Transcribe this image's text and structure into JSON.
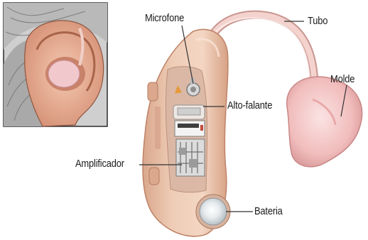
{
  "labels": {
    "microfone": "Microfone",
    "tubo": "Tubo",
    "molde": "Molde",
    "alto_falante": "Alto-falante",
    "amplificador": "Amplificador",
    "bateria": "Bateria"
  },
  "colors": {
    "device_body": "#e9c3aa",
    "device_edge": "#c98f72",
    "tube": "#f2c9c4",
    "mold": "#f4c6c6",
    "leader_line": "#333333",
    "skin": "#e8b39b",
    "hair": "#9a9a9a"
  },
  "icons": [
    "ear-illustration",
    "hearing-aid-illustration"
  ]
}
